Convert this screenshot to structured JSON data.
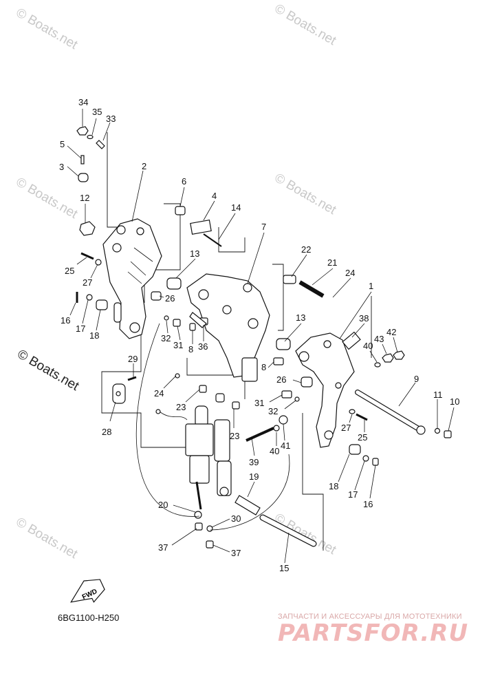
{
  "watermark_text": "© Boats.net",
  "fwd_label": "FWD",
  "diagram_code": "6BG1100-H250",
  "banner": {
    "tagline": "ЗАПЧАСТИ И АКСЕССУАРЫ ДЛЯ МОТОТЕХНИКИ",
    "logo": "PARTSFOR.RU"
  },
  "callouts": [
    {
      "id": "c34",
      "label": "34"
    },
    {
      "id": "c35",
      "label": "35"
    },
    {
      "id": "c33",
      "label": "33"
    },
    {
      "id": "c5",
      "label": "5"
    },
    {
      "id": "c3",
      "label": "3"
    },
    {
      "id": "c2",
      "label": "2"
    },
    {
      "id": "c6",
      "label": "6"
    },
    {
      "id": "c4",
      "label": "4"
    },
    {
      "id": "c14",
      "label": "14"
    },
    {
      "id": "c12",
      "label": "12"
    },
    {
      "id": "c7",
      "label": "7"
    },
    {
      "id": "c22",
      "label": "22"
    },
    {
      "id": "c21",
      "label": "21"
    },
    {
      "id": "c24a",
      "label": "24"
    },
    {
      "id": "c1",
      "label": "1"
    },
    {
      "id": "c25a",
      "label": "25"
    },
    {
      "id": "c27a",
      "label": "27"
    },
    {
      "id": "c13a",
      "label": "13"
    },
    {
      "id": "c26a",
      "label": "26"
    },
    {
      "id": "c16a",
      "label": "16"
    },
    {
      "id": "c17a",
      "label": "17"
    },
    {
      "id": "c18a",
      "label": "18"
    },
    {
      "id": "c32a",
      "label": "32"
    },
    {
      "id": "c31a",
      "label": "31"
    },
    {
      "id": "c8a",
      "label": "8"
    },
    {
      "id": "c36",
      "label": "36"
    },
    {
      "id": "c13b",
      "label": "13"
    },
    {
      "id": "c38",
      "label": "38"
    },
    {
      "id": "c42",
      "label": "42"
    },
    {
      "id": "c40a",
      "label": "40"
    },
    {
      "id": "c43",
      "label": "43"
    },
    {
      "id": "c8b",
      "label": "8"
    },
    {
      "id": "c29",
      "label": "29"
    },
    {
      "id": "c26b",
      "label": "26"
    },
    {
      "id": "c9",
      "label": "9"
    },
    {
      "id": "c24b",
      "label": "24"
    },
    {
      "id": "c31b",
      "label": "31"
    },
    {
      "id": "c23a",
      "label": "23"
    },
    {
      "id": "c32b",
      "label": "32"
    },
    {
      "id": "c28",
      "label": "28"
    },
    {
      "id": "c23b",
      "label": "23"
    },
    {
      "id": "c11",
      "label": "11"
    },
    {
      "id": "c10",
      "label": "10"
    },
    {
      "id": "c27b",
      "label": "27"
    },
    {
      "id": "c25b",
      "label": "25"
    },
    {
      "id": "c39",
      "label": "39"
    },
    {
      "id": "c40b",
      "label": "40"
    },
    {
      "id": "c41",
      "label": "41"
    },
    {
      "id": "c19",
      "label": "19"
    },
    {
      "id": "c18b",
      "label": "18"
    },
    {
      "id": "c17b",
      "label": "17"
    },
    {
      "id": "c16b",
      "label": "16"
    },
    {
      "id": "c20",
      "label": "20"
    },
    {
      "id": "c30",
      "label": "30"
    },
    {
      "id": "c37a",
      "label": "37"
    },
    {
      "id": "c37b",
      "label": "37"
    },
    {
      "id": "c15",
      "label": "15"
    }
  ]
}
